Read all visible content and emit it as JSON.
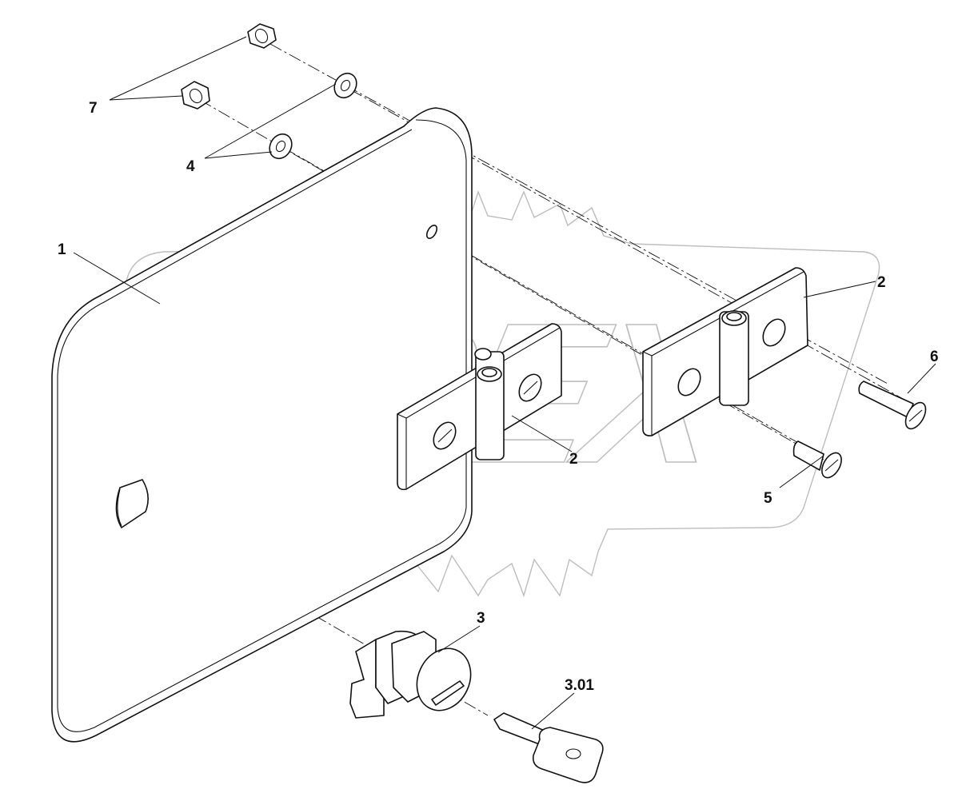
{
  "watermark": {
    "text": "OPEX",
    "color": "#bdbdbd"
  },
  "callouts": {
    "panel": "1",
    "hinge_a": "2",
    "hinge_b": "2",
    "lock": "3",
    "key": "3.01",
    "washers": "4",
    "short_screw": "5",
    "long_screw": "6",
    "nuts": "7"
  },
  "line_color": "#111111"
}
